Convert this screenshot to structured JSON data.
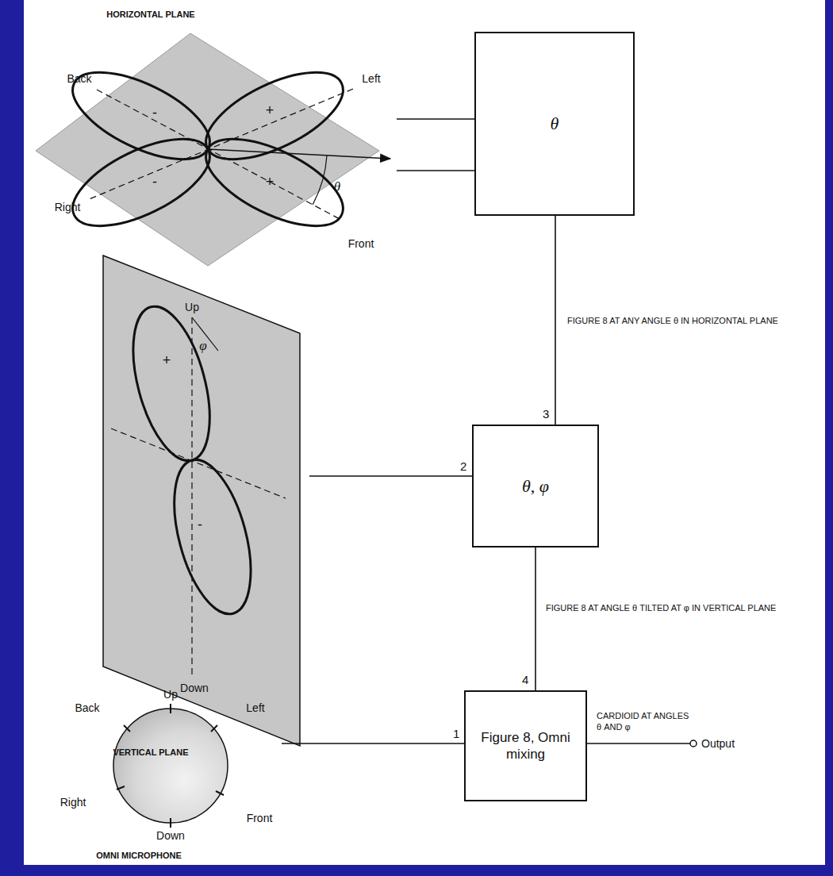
{
  "diagram": {
    "nodes": [
      {
        "text": [
          "HORIZONTAL PLANE",
          "Back",
          "Left",
          "Right",
          "Front",
          "θ",
          "+",
          "+",
          "-",
          "-"
        ]
      },
      {
        "text": [
          "θ"
        ]
      },
      {
        "text": [
          "VERTICAL PLANE",
          "Up",
          "Down",
          "φ",
          "+",
          "-"
        ]
      },
      {
        "text": [
          "θ, φ"
        ]
      },
      {
        "text": [
          "OMNI MICROPHONE",
          "Up",
          "Down",
          "Back",
          "Left",
          "Right",
          "Front"
        ]
      },
      {
        "text": [
          "Figure 8, Omni mixing"
        ]
      }
    ],
    "edges": [
      {
        "from": 0,
        "to": 1,
        "arrow": "none"
      },
      {
        "from": 0,
        "to": 1,
        "arrow": "none"
      },
      {
        "from": 1,
        "to": 3,
        "arrow": "none",
        "label": "FIGURE 8 AT ANY ANGLE θ IN HORIZONTAL PLANE"
      },
      {
        "from": 2,
        "to": 3,
        "arrow": "none"
      },
      {
        "from": 3,
        "to": 5,
        "arrow": "none",
        "label": "FIGURE 8 AT ANGLE θ TILTED AT φ IN VERTICAL PLANE"
      },
      {
        "from": 4,
        "to": 5,
        "arrow": "none"
      }
    ],
    "labels": [
      "3",
      "2",
      "4",
      "1",
      "CARDIOID AT ANGLES θ AND φ",
      "Output"
    ]
  }
}
